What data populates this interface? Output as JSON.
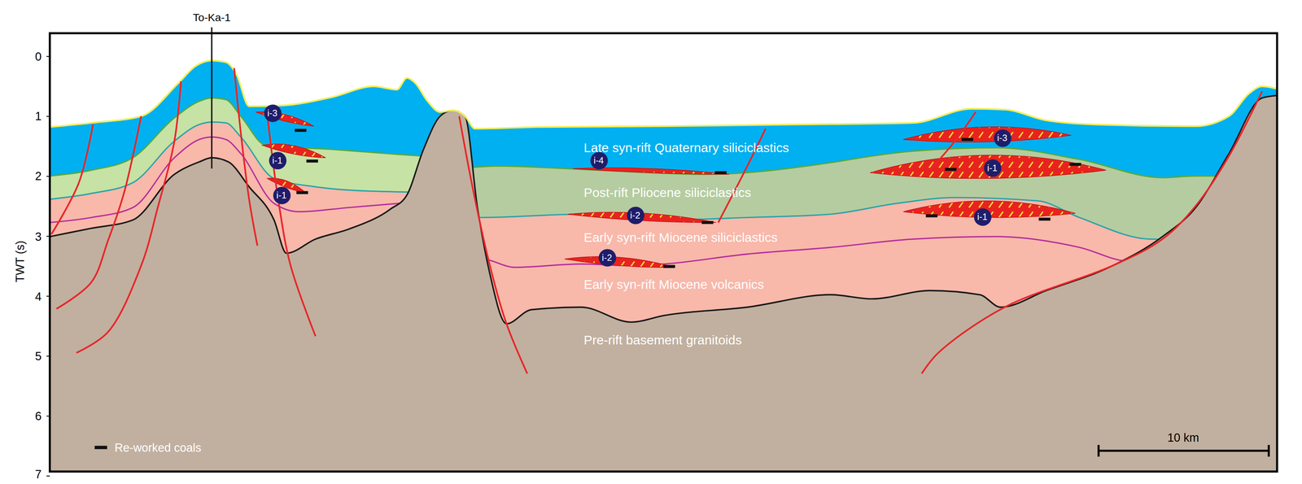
{
  "diagram": {
    "nodes": [
      {
        "text": [
          "i-3"
        ]
      },
      {
        "text": [
          "i-1"
        ]
      },
      {
        "text": [
          "i-1"
        ]
      },
      {
        "text": [
          "i-4"
        ]
      },
      {
        "text": [
          "i-2"
        ]
      },
      {
        "text": [
          "i-2"
        ]
      },
      {
        "text": [
          "i-3"
        ]
      },
      {
        "text": [
          "i-1"
        ]
      },
      {
        "text": [
          "i-1"
        ]
      }
    ],
    "labels": [
      "To-Ka-1",
      "0",
      "1",
      "2",
      "3",
      "4",
      "5",
      "6",
      "7",
      "TWT (s)",
      "Late syn-rift Quaternary siliciclastics",
      "Post-rift Pliocene siliciclastics",
      "Early syn-rift Miocene siliciclastics",
      "Early syn-rift Miocene volcanics",
      "Pre-rift basement granitoids",
      "10 km"
    ],
    "legend": [
      {
        "text": "Re-worked coals"
      }
    ]
  }
}
